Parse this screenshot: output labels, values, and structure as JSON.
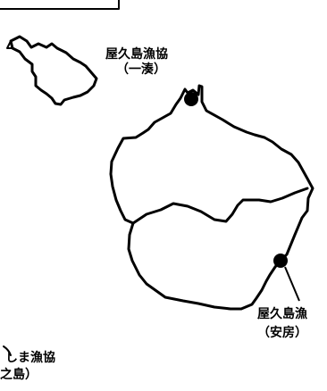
{
  "labels": {
    "north": {
      "name": "屋久島漁協",
      "sub": "（一湊）"
    },
    "east": {
      "name": "屋久島漁",
      "sub": "（安房）"
    },
    "southwest": {
      "name": "しま漁協",
      "sub": "之島）"
    }
  },
  "colors": {
    "ink": "#000000",
    "background": "#ffffff"
  }
}
